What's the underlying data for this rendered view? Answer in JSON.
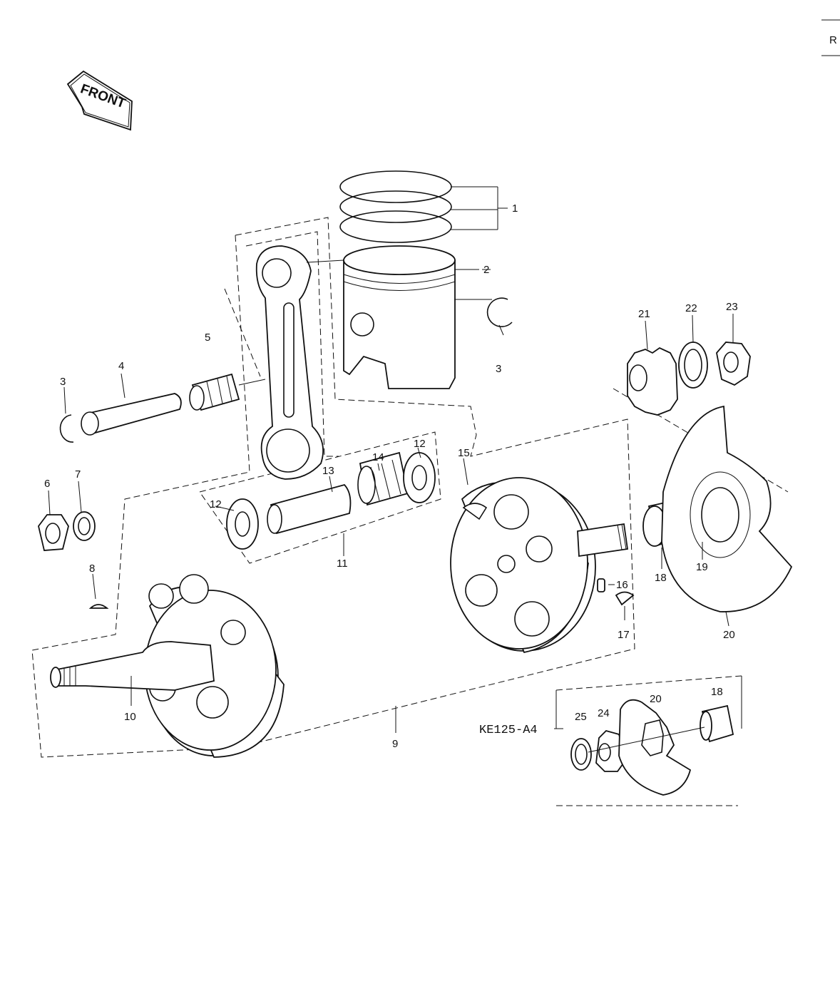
{
  "page_marker": "R",
  "front_arrow": {
    "text": "FRONT"
  },
  "model_label": "KE125-A4",
  "callouts": [
    {
      "id": "1",
      "label": "1"
    },
    {
      "id": "2",
      "label": "2"
    },
    {
      "id": "3a",
      "label": "3"
    },
    {
      "id": "3b",
      "label": "3"
    },
    {
      "id": "4",
      "label": "4"
    },
    {
      "id": "5",
      "label": "5"
    },
    {
      "id": "6",
      "label": "6"
    },
    {
      "id": "7",
      "label": "7"
    },
    {
      "id": "8",
      "label": "8"
    },
    {
      "id": "9",
      "label": "9"
    },
    {
      "id": "10",
      "label": "10"
    },
    {
      "id": "11",
      "label": "11"
    },
    {
      "id": "12a",
      "label": "12"
    },
    {
      "id": "12b",
      "label": "12"
    },
    {
      "id": "13",
      "label": "13"
    },
    {
      "id": "14",
      "label": "14"
    },
    {
      "id": "15",
      "label": "15"
    },
    {
      "id": "16",
      "label": "16"
    },
    {
      "id": "17",
      "label": "17"
    },
    {
      "id": "18a",
      "label": "18"
    },
    {
      "id": "18b",
      "label": "18"
    },
    {
      "id": "19",
      "label": "19"
    },
    {
      "id": "20a",
      "label": "20"
    },
    {
      "id": "20b",
      "label": "20"
    },
    {
      "id": "21",
      "label": "21"
    },
    {
      "id": "22",
      "label": "22"
    },
    {
      "id": "23",
      "label": "23"
    },
    {
      "id": "24",
      "label": "24"
    },
    {
      "id": "25",
      "label": "25"
    }
  ]
}
